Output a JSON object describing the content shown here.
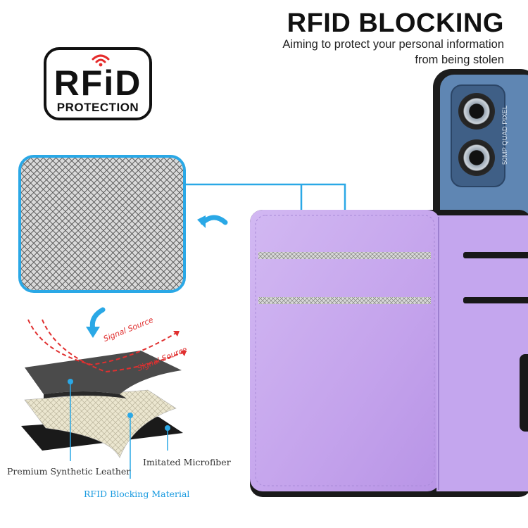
{
  "headline": "RFID BLOCKING",
  "subline_1": "Aiming to protect your personal information",
  "subline_2": "from being stolen",
  "badge": {
    "word": "RFiD",
    "sub": "PROTECTION"
  },
  "camera_text": "50MP QUAD PIXEL",
  "diagram": {
    "signal_1": "Signal Source",
    "signal_2": "Signal Source",
    "layer_left": "Premium Synthetic Leather",
    "layer_right": "Imitated Microfiber",
    "layer_bottom": "RFID Blocking Material"
  },
  "colors": {
    "accent_blue": "#2aa8e6",
    "wallet_purple": "#c8a8ee",
    "signal_red": "#e03030",
    "phone_blue": "#5f86b3"
  },
  "icons": [
    "wifi-signal-icon",
    "curved-arrow-icon",
    "curved-arrow-down-icon"
  ]
}
